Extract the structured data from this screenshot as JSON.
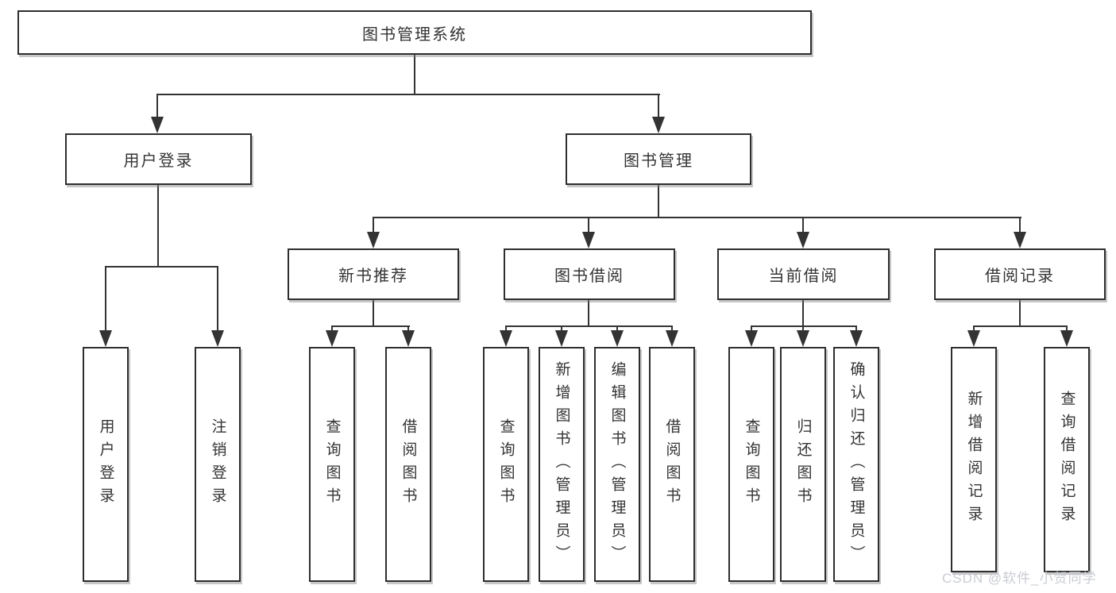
{
  "diagram_title": "图书管理系统",
  "nodes": {
    "root": "图书管理系统",
    "user_login": "用户登录",
    "book_mgmt": "图书管理",
    "new_books": "新书推荐",
    "book_borrow": "图书借阅",
    "current_borrow": "当前借阅",
    "borrow_records": "借阅记录",
    "leaf_user_login": "用户登录",
    "leaf_logout": "注销登录",
    "leaf_nb_query_book": "查询图书",
    "leaf_nb_borrow_book": "借阅图书",
    "leaf_bb_query_book": "查询图书",
    "leaf_bb_add_book": "新增图书（管理员）",
    "leaf_bb_edit_book": "编辑图书（管理员）",
    "leaf_bb_borrow_book": "借阅图书",
    "leaf_cb_query_book": "查询图书",
    "leaf_cb_return_book": "归还图书",
    "leaf_cb_confirm_return": "确认归还（管理员）",
    "leaf_br_add_record": "新增借阅记录",
    "leaf_br_query_record": "查询借阅记录"
  },
  "edges": [
    [
      "图书管理系统",
      "用户登录"
    ],
    [
      "图书管理系统",
      "图书管理"
    ],
    [
      "用户登录",
      "用户登录"
    ],
    [
      "用户登录",
      "注销登录"
    ],
    [
      "图书管理",
      "新书推荐"
    ],
    [
      "图书管理",
      "图书借阅"
    ],
    [
      "图书管理",
      "当前借阅"
    ],
    [
      "图书管理",
      "借阅记录"
    ],
    [
      "新书推荐",
      "查询图书"
    ],
    [
      "新书推荐",
      "借阅图书"
    ],
    [
      "图书借阅",
      "查询图书"
    ],
    [
      "图书借阅",
      "新增图书（管理员）"
    ],
    [
      "图书借阅",
      "编辑图书（管理员）"
    ],
    [
      "图书借阅",
      "借阅图书"
    ],
    [
      "当前借阅",
      "查询图书"
    ],
    [
      "当前借阅",
      "归还图书"
    ],
    [
      "当前借阅",
      "确认归还（管理员）"
    ],
    [
      "借阅记录",
      "新增借阅记录"
    ],
    [
      "借阅记录",
      "查询借阅记录"
    ]
  ],
  "colors": {
    "line": "#333333",
    "box_border": "#2e2e2e",
    "text": "#333333",
    "background": "#ffffff",
    "watermark": "#c9ccd2"
  },
  "watermark": "CSDN @软件_小贺同学"
}
